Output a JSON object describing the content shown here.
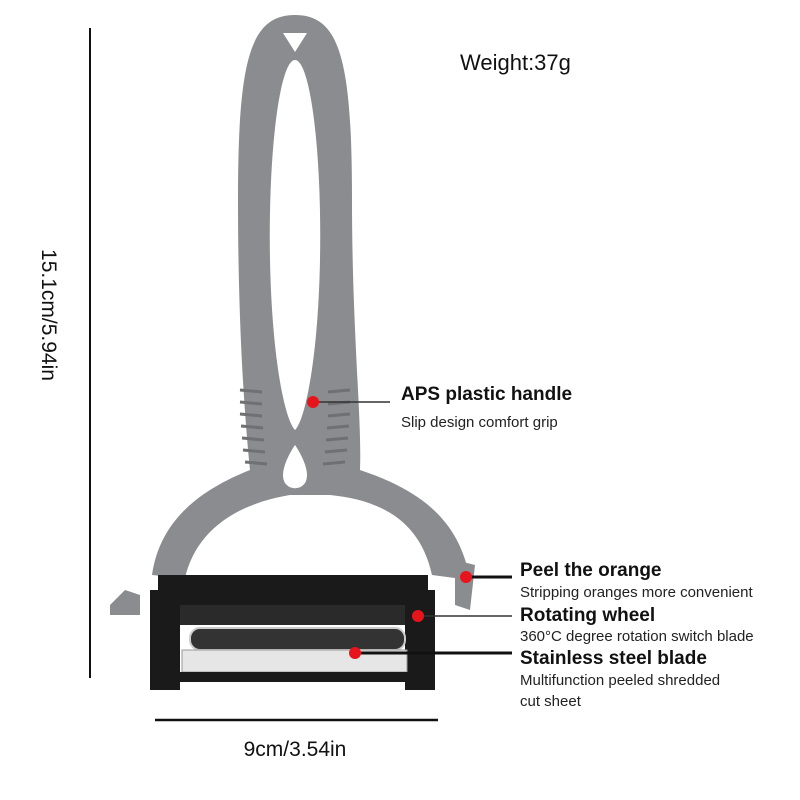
{
  "weight": "Weight:37g",
  "dimensions": {
    "height": "15.1cm/5.94in",
    "width": "9cm/3.54in"
  },
  "callouts": [
    {
      "title": "APS plastic handle",
      "lines": [
        "Slip design comfort grip"
      ]
    },
    {
      "title": "Peel the orange",
      "lines": [
        "Stripping oranges more convenient"
      ]
    },
    {
      "title": "Rotating wheel",
      "lines": [
        "360°C degree rotation switch blade"
      ]
    },
    {
      "title": "Stainless steel blade",
      "lines": [
        "Multifunction peeled shredded",
        "cut sheet"
      ]
    }
  ],
  "colors": {
    "handle": "#8a8c8f",
    "marker": "#e8141b",
    "blade": "#1a1a1a"
  }
}
